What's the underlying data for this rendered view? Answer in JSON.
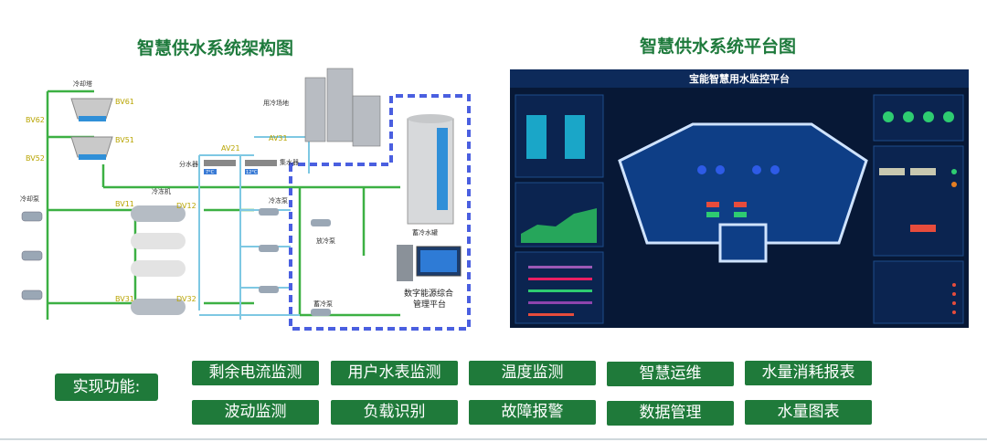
{
  "left_title": "智慧供水系统架构图",
  "right_title": "智慧供水系统平台图",
  "arch": {
    "cooling_tower": "冷却塔",
    "bv61": "BV61",
    "bv51": "BV51",
    "bv62": "BV62",
    "bv52": "BV52",
    "cold_pump": "冷却泵",
    "bv11": "BV11",
    "bv31": "BV31",
    "dv12": "DV12",
    "dv32": "DV32",
    "chiller": "冷冻机",
    "divider": "分水器",
    "collector": "集水器",
    "av21": "AV21",
    "av31": "AV31",
    "building": "用冷场地",
    "freezer_pump": "冷冻泵",
    "release_pump": "放冷泵",
    "storage_pump": "蓄冷泵",
    "storage_tank": "蓄冷水罐",
    "platform": "数字能源综合",
    "platform2": "管理平台",
    "temp7": "7°C",
    "temp12": "12°C"
  },
  "platform": {
    "header": "宝能智慧用水监控平台"
  },
  "features_label": "实现功能:",
  "features": [
    "剩余电流监测",
    "用户水表监测",
    "温度监测",
    "智慧运维",
    "水量消耗报表",
    "波动监测",
    "负载识别",
    "故障报警",
    "数据管理",
    "水量图表"
  ]
}
